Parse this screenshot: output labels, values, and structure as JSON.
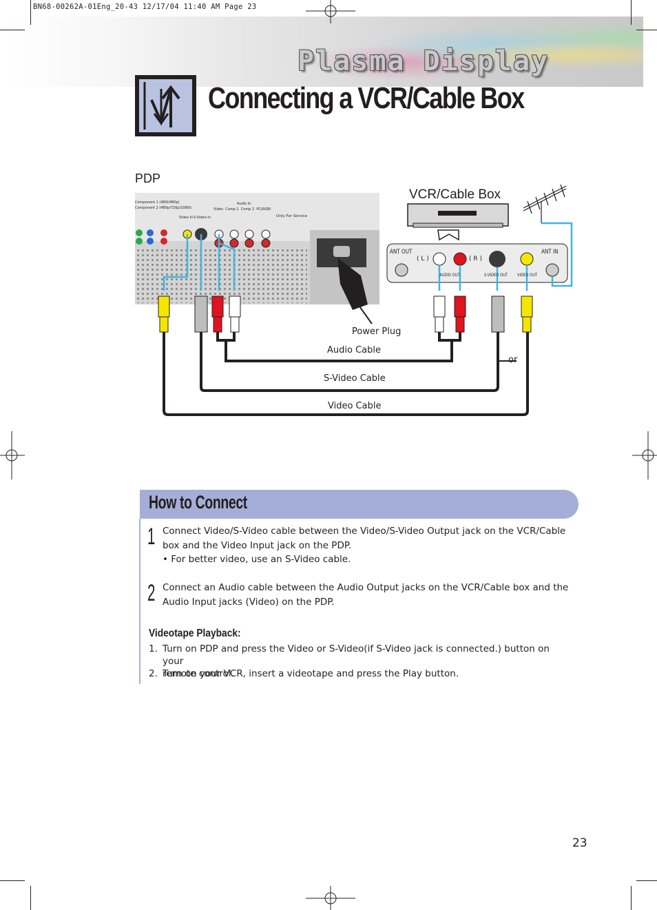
{
  "slug": "BN68-00262A-01Eng_20-43   12/17/04   11:40 AM   Page 23",
  "brand": "Plasma Display",
  "title": "Connecting a VCR/Cable Box",
  "diagram": {
    "pdp_label": "PDP",
    "vcr_label": "VCR/Cable Box",
    "pdp_panel": {
      "component1": "Component 1 (480i/480p)",
      "component2": "Component 2 (480p/720p/1080i)",
      "video_in": "Video In",
      "svideo_in": "S-Video In",
      "audio_in": "Audio In",
      "audio_video": "Video",
      "audio_comp1": "Comp 1",
      "audio_comp2": "Comp 2",
      "audio_pc": "PC(RGB)",
      "service": "Only For Service"
    },
    "vcr_panel": {
      "ant_out": "ANT OUT",
      "ant_in": "ANT IN",
      "l": "( L )",
      "r": "( R )",
      "audio_out": "AUDIO OUT",
      "svideo_out": "S-VIDEO OUT",
      "video_out": "VIDEO OUT"
    },
    "cable_labels": {
      "power_plug": "Power Plug",
      "audio_cable": "Audio Cable",
      "svideo_cable": "S-Video Cable",
      "video_cable": "Video Cable",
      "or": "or"
    },
    "colors": {
      "video": "#f5e600",
      "audio_r": "#e0141e",
      "audio_l": "#ffffff",
      "wire": "#231f20",
      "highlight": "#3fb4e6"
    }
  },
  "how_to": {
    "heading": "How to Connect",
    "steps": [
      {
        "num": "1",
        "lines": [
          "Connect Video/S-Video cable between the Video/S-Video Output jack on the VCR/Cable",
          "box and the Video Input jack on the PDP.",
          "• For better video, use an S-Video cable."
        ]
      },
      {
        "num": "2",
        "lines": [
          "Connect an Audio cable between the Audio Output jacks on the VCR/Cable box and the",
          "Audio Input jacks (Video) on the PDP."
        ]
      }
    ],
    "sub_heading": "Videotape Playback:",
    "playback": [
      {
        "num": "1.",
        "lines": [
          "Turn on PDP and press the Video or S-Video(if S-Video jack is connected.) button on your",
          "remote control."
        ]
      },
      {
        "num": "2.",
        "lines": [
          "Turn on your VCR, insert a videotape and press the Play button."
        ]
      }
    ]
  },
  "page_number": "23"
}
